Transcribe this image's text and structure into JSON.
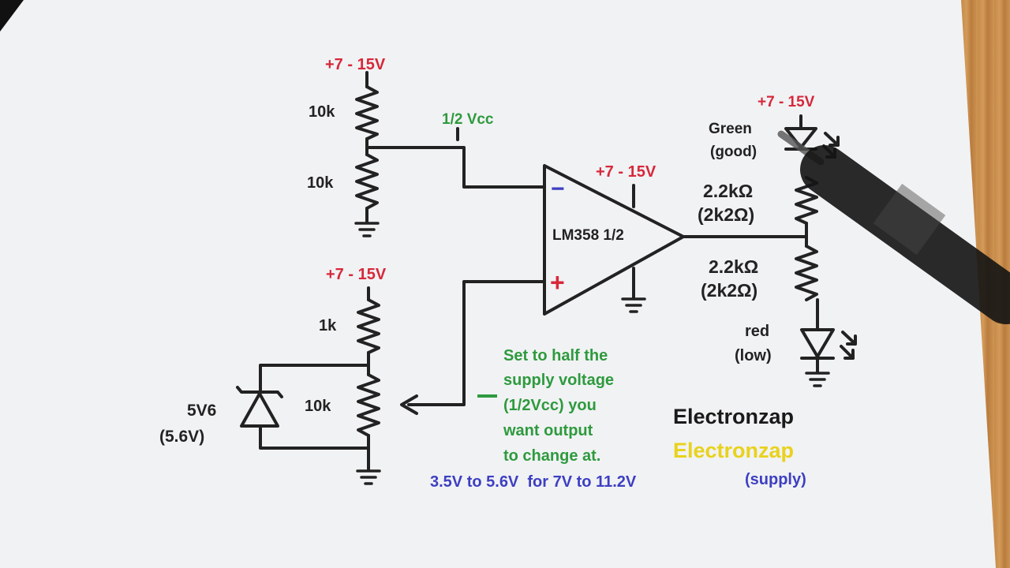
{
  "colors": {
    "wire": "#222222",
    "supply": "#d6283a",
    "note": "#2e9a3e",
    "blue_note": "#3d3fc2",
    "watermark": "#e8d21c",
    "paper": "#f1f2f4"
  },
  "supply": {
    "top_divider": "+7 - 15V",
    "opamp": "+7 - 15V",
    "led": "+7 - 15V",
    "zener_divider": "+7 - 15V"
  },
  "divider": {
    "r_top": "10k",
    "r_bottom": "10k",
    "midpoint_label": "1/2 Vcc"
  },
  "opamp": {
    "label": "LM358 1/2",
    "minus_sign": "−",
    "plus_sign": "+"
  },
  "indicator": {
    "green_led_line1": "Green",
    "green_led_line2": "(good)",
    "r_upper_line1": "2.2kΩ",
    "r_upper_line2": "(2k2Ω)",
    "r_lower_line1": "2.2kΩ",
    "r_lower_line2": "(2k2Ω)",
    "red_led_line1": "red",
    "red_led_line2": "(low)"
  },
  "reference": {
    "r_series": "1k",
    "pot": "10k",
    "zener_line1": "5V6",
    "zener_line2": "(5.6V)"
  },
  "note": {
    "line1": "Set to half the",
    "line2": "supply voltage",
    "line3": "(1/2Vcc) you",
    "line4": "want output",
    "line5": "to change at.",
    "range": "3.5V to 5.6V  for 7V to 11.2V",
    "range_suffix": "(supply)"
  },
  "brand": {
    "name_dark": "Electronzap",
    "name_yellow": "Electronzap"
  }
}
